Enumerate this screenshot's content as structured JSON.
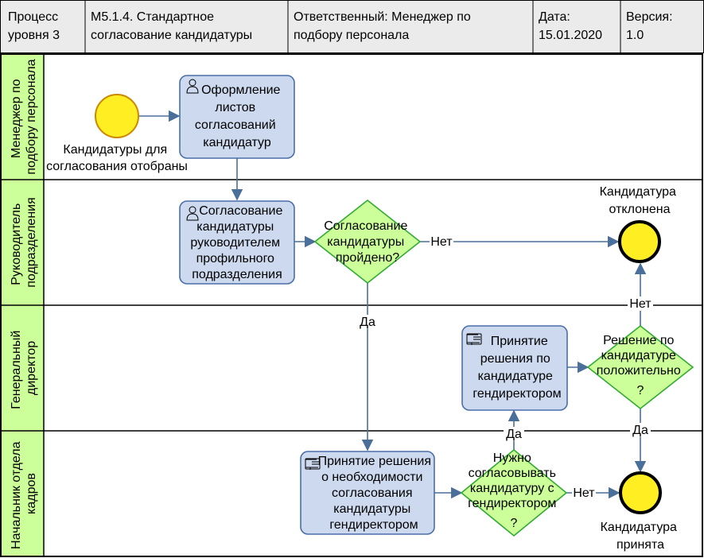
{
  "header": {
    "process_level": [
      "Процесс",
      "уровня 3"
    ],
    "process_name": [
      "М5.1.4.  Стандартное",
      "согласование кандидатуры"
    ],
    "owner": [
      "Ответственный: Менеджер по",
      "подбору персонала"
    ],
    "date": [
      "Дата:",
      "15.01.2020"
    ],
    "version": [
      "Версия:",
      "1.0"
    ]
  },
  "lanes": [
    {
      "id": "manager",
      "label": [
        "Менеджер по",
        "подбору персонала"
      ]
    },
    {
      "id": "head",
      "label": [
        "Руководитель",
        "подразделения"
      ]
    },
    {
      "id": "ceo",
      "label": [
        "Генеральный",
        "директор"
      ]
    },
    {
      "id": "hr_head",
      "label": [
        "Начальник отдела",
        "кадров"
      ]
    }
  ],
  "events": {
    "start": {
      "label": [
        "Кандидатуры для",
        "согласования отобраны"
      ]
    },
    "end_rejected": {
      "label": [
        "Кандидатура",
        "отклонена"
      ]
    },
    "end_accepted": {
      "label": [
        "Кандидатура",
        "принята"
      ]
    }
  },
  "tasks": {
    "t1": {
      "icon": "user-icon",
      "label": [
        "Оформление",
        "листов",
        "согласований",
        "кандидатур"
      ]
    },
    "t2": {
      "icon": "user-icon",
      "label": [
        "Согласование",
        "кандидатуры",
        "руководителем",
        "профильного",
        "подразделения"
      ]
    },
    "t3": {
      "icon": "manual-hand-icon",
      "label": [
        "Принятие решения",
        "о необходимости",
        "согласования",
        "кандидатуры",
        "гендиректором"
      ]
    },
    "t4": {
      "icon": "manual-hand-icon",
      "label": [
        "Принятие",
        "решения по",
        "кандидатуре",
        "гендиректором"
      ]
    }
  },
  "gateways": {
    "g1": {
      "label": [
        "Согласование",
        "кандидатуры",
        "пройдено?"
      ]
    },
    "g2": {
      "label": [
        "Нужно",
        "согласовывать",
        "кандидатуру с",
        "гендиректором",
        "?"
      ]
    },
    "g3": {
      "label": [
        "Решение по",
        "кандидатуре",
        "положительно",
        "?"
      ]
    }
  },
  "flow_labels": {
    "g1_no": "Нет",
    "g1_yes": "Да",
    "g2_no": "Нет",
    "g2_yes": "Да",
    "g3_no": "Нет",
    "g3_yes": "Да"
  },
  "colors": {
    "lane_header": "#ccff99",
    "header_cell": "#ebebeb",
    "task_fill": "#ccd9ee",
    "task_stroke": "#4a6fa8",
    "gateway_fill": "#ccff99",
    "gateway_stroke": "#33aa33",
    "event_fill": "#ffee22",
    "event_stroke": "#cc8800",
    "flow": "#4a6f9a"
  }
}
